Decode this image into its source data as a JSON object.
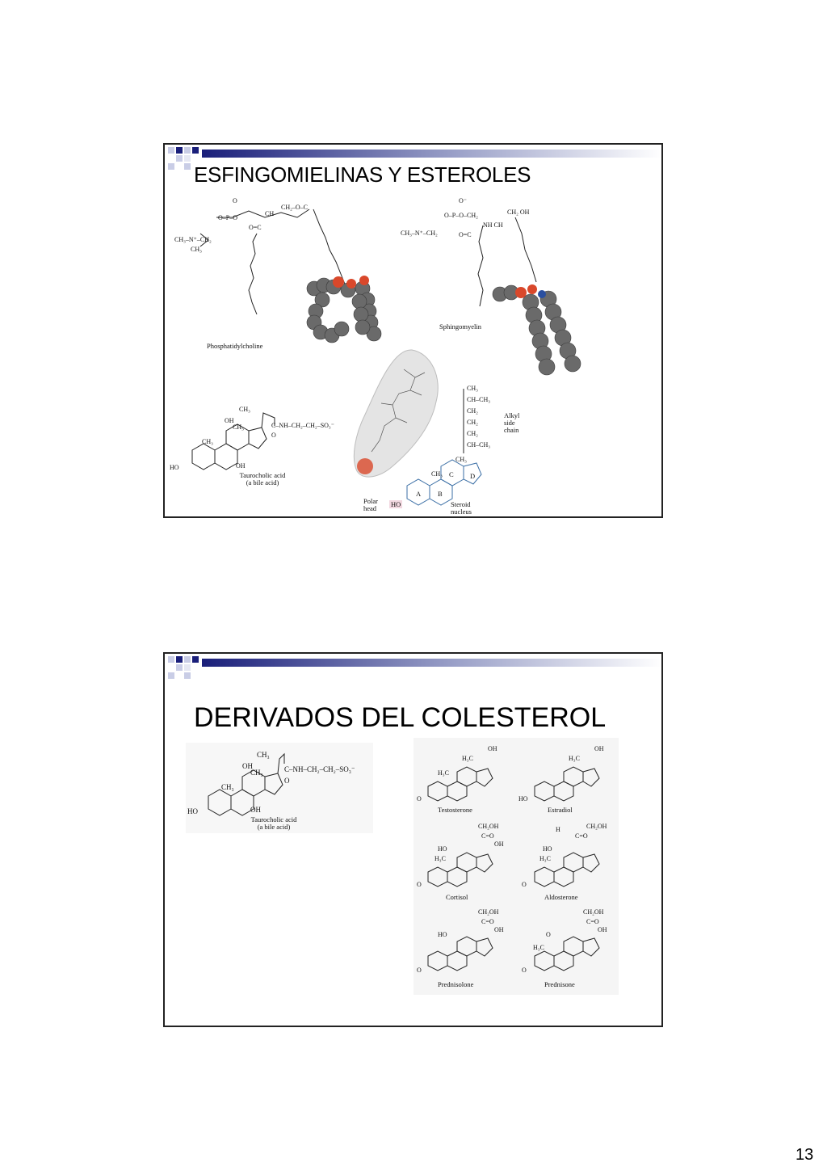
{
  "page_number": "13",
  "slides": [
    {
      "title": "ESFINGOMIELINAS Y ESTEROLES",
      "labels": {
        "phosphatidylcholine": "Phosphatidylcholine",
        "sphingomyelin": "Sphingomyelin",
        "taurocholic_acid": "Taurocholic acid",
        "bile_acid": "(a bile acid)",
        "alkyl_side_chain": [
          "Alkyl",
          "side",
          "chain"
        ],
        "polar_head": [
          "Polar",
          "head"
        ],
        "steroid_nucleus": [
          "Steroid",
          "nucleus"
        ],
        "rings": [
          "A",
          "B",
          "C",
          "D"
        ]
      }
    },
    {
      "title": "DERIVADOS DEL COLESTEROL",
      "labels": {
        "taurocholic_acid": "Taurocholic acid",
        "bile_acid": "(a bile acid)",
        "hormones": [
          "Testosterone",
          "Estradiol",
          "Cortisol",
          "Aldosterone",
          "Prednisolone",
          "Prednisone"
        ]
      }
    }
  ],
  "colors": {
    "header_dark": "#1a1f7a",
    "header_light": "#d9dbe9",
    "atom_oxygen": "#d9482b",
    "atom_carbon": "#6a6a6a",
    "steroid_lines": "#3a6ea5"
  }
}
